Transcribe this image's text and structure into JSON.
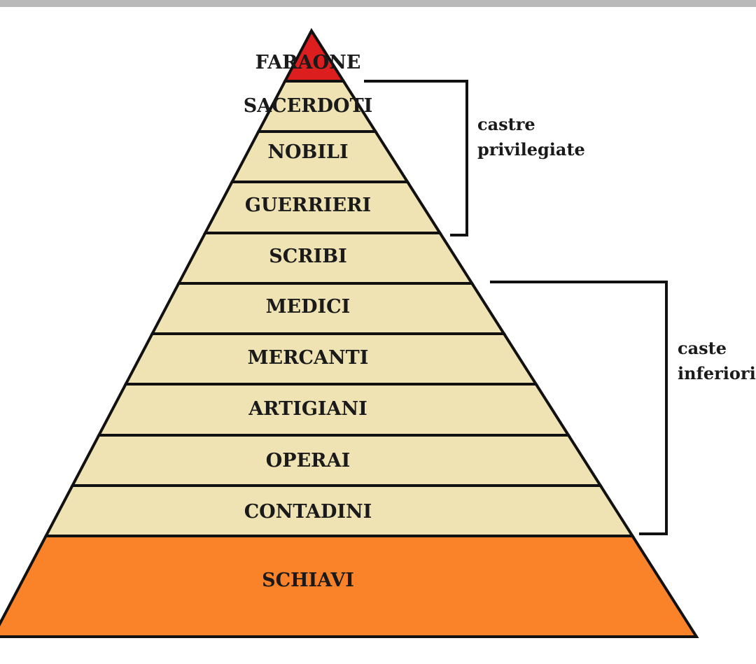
{
  "colors": {
    "apex": "#dc1e1e",
    "middle": "#efe3b4",
    "base": "#fa8228",
    "outline": "#111111"
  },
  "levels": [
    {
      "label": "FARAONE",
      "fill": "apex"
    },
    {
      "label": "SACERDOTI",
      "fill": "middle"
    },
    {
      "label": "NOBILI",
      "fill": "middle"
    },
    {
      "label": "GUERRIERI",
      "fill": "middle"
    },
    {
      "label": "SCRIBI",
      "fill": "middle"
    },
    {
      "label": "MEDICI",
      "fill": "middle"
    },
    {
      "label": "MERCANTI",
      "fill": "middle"
    },
    {
      "label": "ARTIGIANI",
      "fill": "middle"
    },
    {
      "label": "OPERAI",
      "fill": "middle"
    },
    {
      "label": "CONTADINI",
      "fill": "middle"
    },
    {
      "label": "SCHIAVI",
      "fill": "base"
    }
  ],
  "groups": [
    {
      "lines": [
        "castre",
        "privilegiate"
      ],
      "from_level": 1,
      "to_level": 3
    },
    {
      "lines": [
        "caste",
        "inferiori"
      ],
      "from_level": 5,
      "to_level": 9
    }
  ]
}
